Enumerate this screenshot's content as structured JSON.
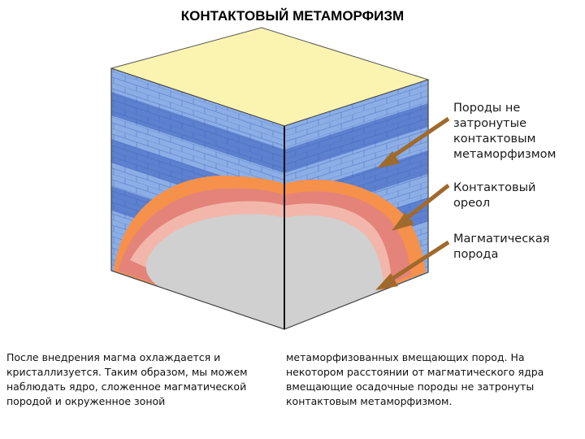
{
  "title": "КОНТАКТОВЫЙ МЕТАМОРФИЗМ",
  "labels": {
    "unaffected_rock": "Породы не\nзатронутые\nконтактовым\nметаморфизмом",
    "contact_aureole": "Контактовый\nореол",
    "magmatic_rock": "Магматическая\nпорода"
  },
  "caption": {
    "left": "После внедрения магма охлаждается и кристаллизуется. Таким образом, мы можем наблюдать ядро, сложенное магматической породой и окруженное зоной",
    "right": "метаморфизованных вмещающих пород. На некотором расстоянии от магматического ядра вмещающие осадочные породы не затронуты контактовым метаморфизмом."
  },
  "colors": {
    "top_face": "#fbf4b0",
    "sediment_dark": "#5d80cf",
    "sediment_light": "#8caee6",
    "aureole_orange": "#f5914a",
    "aureole_red": "#dc7a7a",
    "aureole_pink": "#eda8a0",
    "magma_gray": "#d0d0d0",
    "arrow_brown": "#a06a2c"
  }
}
